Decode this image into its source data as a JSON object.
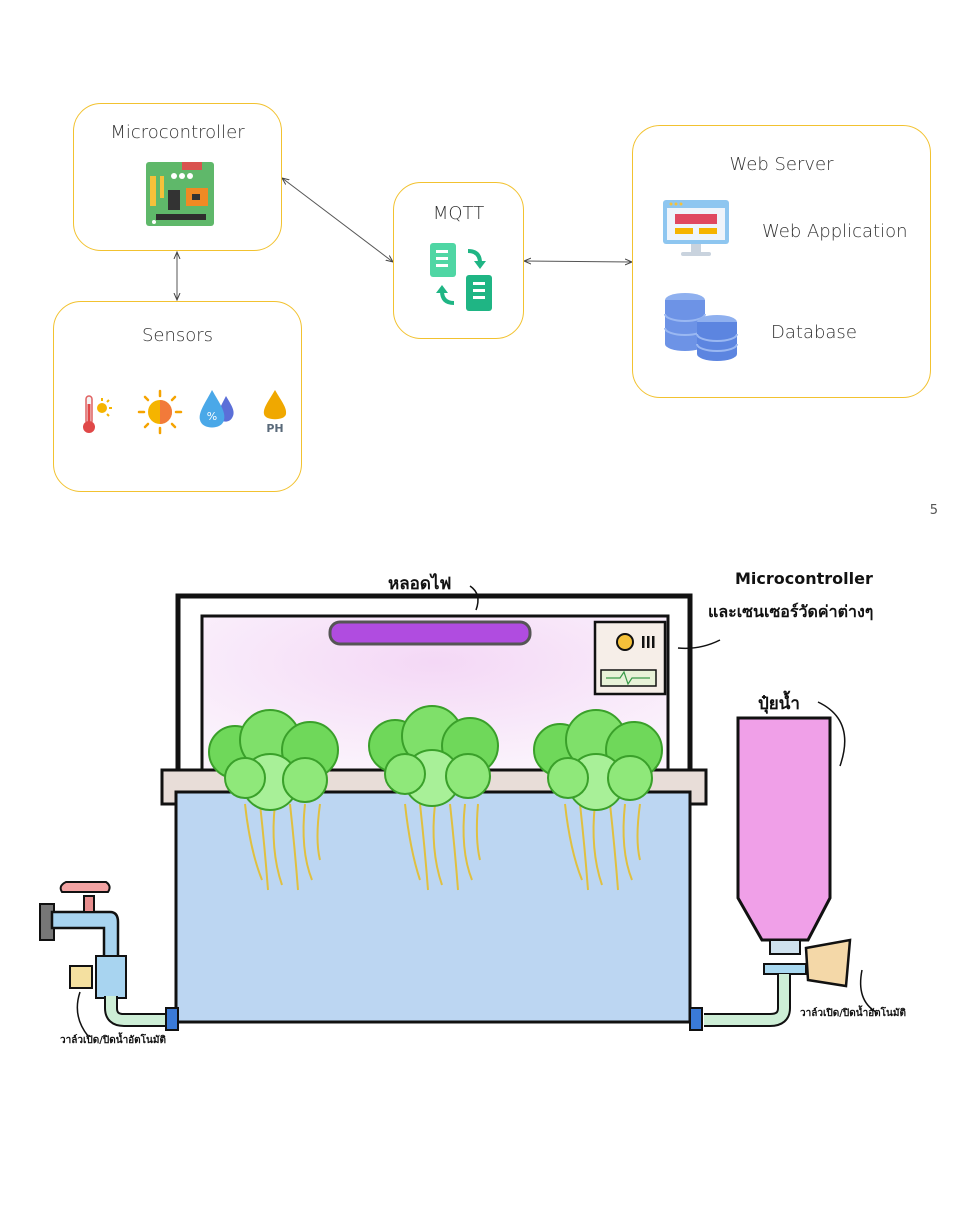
{
  "architecture": {
    "microcontroller": {
      "title": "Microcontroller",
      "icon": "circuit-board-icon"
    },
    "sensors": {
      "title": "Sensors",
      "icons": [
        "thermometer-sun-icon",
        "sun-icon",
        "humidity-drops-icon",
        "ph-drop-icon"
      ],
      "ph_text": "PH"
    },
    "mqtt": {
      "title": "MQTT",
      "icon": "data-exchange-icon"
    },
    "web_server": {
      "title": "Web Server",
      "items": [
        {
          "label": "Web Application",
          "icon": "web-monitor-icon"
        },
        {
          "label": "Database",
          "icon": "database-icon"
        }
      ]
    },
    "page_number": "5",
    "colors": {
      "box_border": "#f2c230",
      "mqtt_green": "#22c38e",
      "db_blue": "#6d93e6"
    }
  },
  "illustration": {
    "lamp_label": "หลอดไฟ",
    "controller_label_line1": "Microcontroller",
    "controller_label_line2": "และเซนเซอร์วัดค่าต่างๆ",
    "fertilizer_label": "ปุ๋ยน้ำ",
    "left_valve_label": "วาล์วเปิด/ปิดน้ำอัตโนมัติ",
    "right_valve_label": "วาล์วเปิด/ปิดน้ำอัตโนมัติ",
    "colors": {
      "lamp": "#b04ce0",
      "water": "#bcd6f2",
      "fertilizer": "#f0a0e8",
      "plant": "#6fd85a",
      "roots": "#e0c040"
    }
  }
}
